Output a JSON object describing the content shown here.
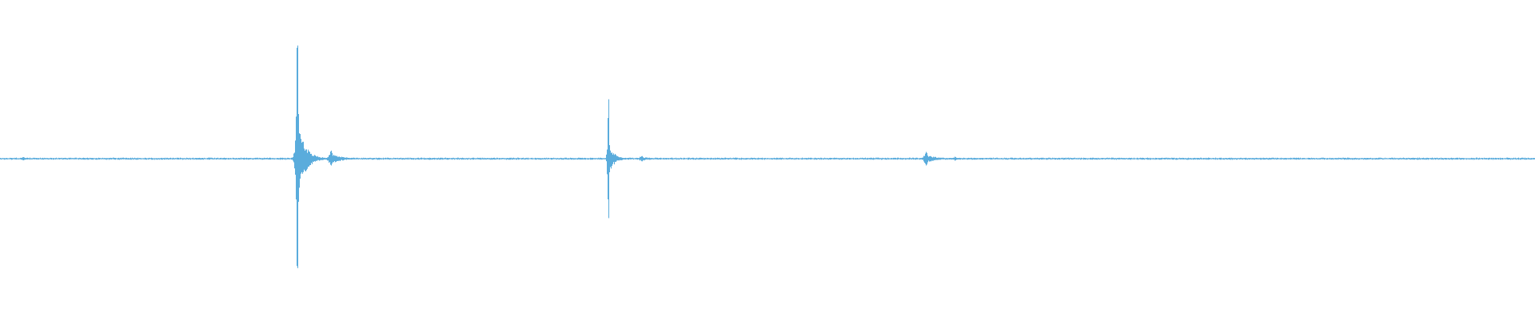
{
  "waveform": {
    "color": "#5aacdc",
    "baseline_color": "#74b9e2",
    "duration_fraction_visible": 1.0,
    "bursts": [
      {
        "center": 0.1935,
        "peak_up": 0.92,
        "peak_down": 0.89,
        "body_amp": 0.28,
        "spread": 0.0042
      },
      {
        "center": 0.2155,
        "peak_up": 0.06,
        "peak_down": 0.05,
        "body_amp": 0.04,
        "spread": 0.006
      },
      {
        "center": 0.3962,
        "peak_up": 0.47,
        "peak_down": 0.47,
        "body_amp": 0.12,
        "spread": 0.003
      },
      {
        "center": 0.418,
        "peak_up": 0.02,
        "peak_down": 0.02,
        "body_amp": 0.015,
        "spread": 0.005
      },
      {
        "center": 0.6032,
        "peak_up": 0.05,
        "peak_down": 0.05,
        "body_amp": 0.03,
        "spread": 0.006
      },
      {
        "center": 0.622,
        "peak_up": 0.015,
        "peak_down": 0.015,
        "body_amp": 0.01,
        "spread": 0.004
      },
      {
        "center": 0.015,
        "peak_up": 0.012,
        "peak_down": 0.012,
        "body_amp": 0.008,
        "spread": 0.006
      }
    ],
    "noise_level": 0.006
  }
}
